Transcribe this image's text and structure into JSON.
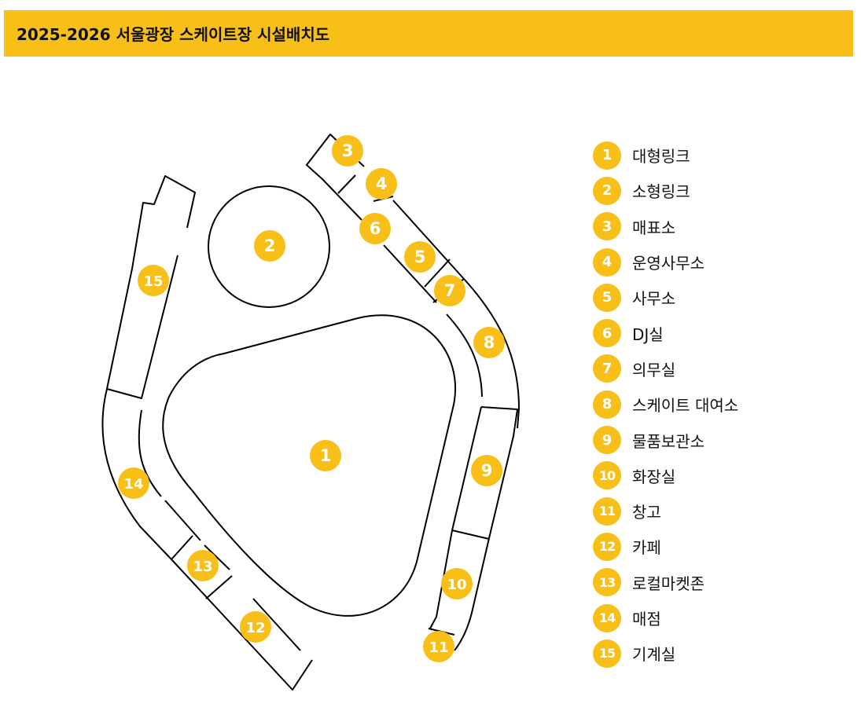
{
  "title": "2025-2026 서울광장 스케이트장 시설배치도",
  "colors": {
    "accent": "#F7BF17",
    "line": "#000000",
    "text": "#111111",
    "badge_text": "#ffffff"
  },
  "facilities": [
    {
      "num": "1",
      "name": "대형링크"
    },
    {
      "num": "2",
      "name": "소형링크"
    },
    {
      "num": "3",
      "name": "매표소"
    },
    {
      "num": "4",
      "name": "운영사무소"
    },
    {
      "num": "5",
      "name": "사무소"
    },
    {
      "num": "6",
      "name": "DJ실"
    },
    {
      "num": "7",
      "name": "의무실"
    },
    {
      "num": "8",
      "name": "스케이트 대여소"
    },
    {
      "num": "9",
      "name": "물품보관소"
    },
    {
      "num": "10",
      "name": "화장실"
    },
    {
      "num": "11",
      "name": "창고"
    },
    {
      "num": "12",
      "name": "카페"
    },
    {
      "num": "13",
      "name": "로컬마켓존"
    },
    {
      "num": "14",
      "name": "매점"
    },
    {
      "num": "15",
      "name": "기계실"
    }
  ]
}
